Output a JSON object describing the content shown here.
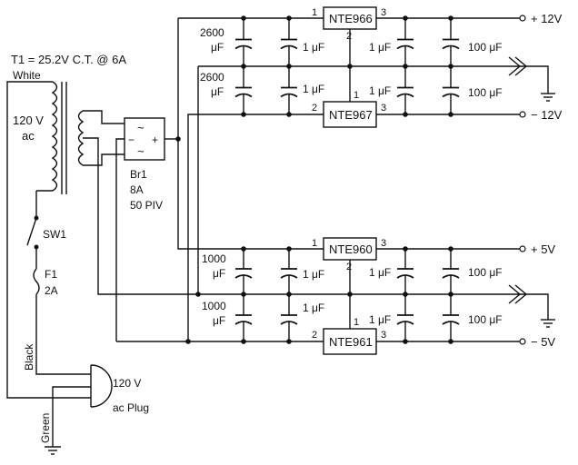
{
  "transformer": {
    "title": "T1 = 25.2V C.T. @ 6A",
    "primary_top_wire": "White",
    "primary_voltage_line1": "120 V",
    "primary_voltage_line2": "ac"
  },
  "bridge": {
    "symbol_ac": "~",
    "symbol_minus": "−",
    "symbol_plus": "+",
    "ref": "Br1",
    "current": "8A",
    "rating": "50 PIV"
  },
  "switch": {
    "ref": "SW1"
  },
  "fuse": {
    "ref": "F1",
    "rating": "2A"
  },
  "plug": {
    "label_line1": "120 V",
    "label_line2": "ac Plug",
    "black_wire": "Black",
    "green_wire": "Green"
  },
  "regulators": [
    {
      "part": "NTE966",
      "pin_in": "1",
      "pin_gnd": "2",
      "pin_out": "3"
    },
    {
      "part": "NTE967",
      "pin_in": "2",
      "pin_gnd": "1",
      "pin_out": "3"
    },
    {
      "part": "NTE960",
      "pin_in": "1",
      "pin_gnd": "2",
      "pin_out": "3"
    },
    {
      "part": "NTE961",
      "pin_in": "2",
      "pin_gnd": "1",
      "pin_out": "3"
    }
  ],
  "capacitors": {
    "filter_12v": "2600",
    "filter_5v": "1000",
    "unit": "μF",
    "small": "1 μF",
    "out_small": "1 μF",
    "out_large": "100 μF"
  },
  "outputs": {
    "plus_12": "+ 12V",
    "minus_12": "− 12V",
    "plus_5": "+ 5V",
    "minus_5": "− 5V"
  }
}
